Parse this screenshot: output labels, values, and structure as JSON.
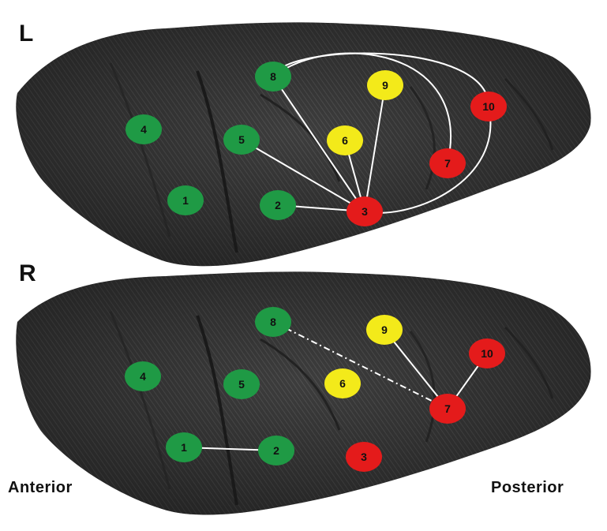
{
  "panels": [
    {
      "id": "L",
      "label": "L",
      "nodes": [
        {
          "id": "1",
          "color": "green"
        },
        {
          "id": "2",
          "color": "green"
        },
        {
          "id": "3",
          "color": "red"
        },
        {
          "id": "4",
          "color": "green"
        },
        {
          "id": "5",
          "color": "green"
        },
        {
          "id": "6",
          "color": "yellow"
        },
        {
          "id": "7",
          "color": "red"
        },
        {
          "id": "8",
          "color": "green"
        },
        {
          "id": "9",
          "color": "yellow"
        },
        {
          "id": "10",
          "color": "red"
        }
      ],
      "edges": [
        {
          "from": "3",
          "to": "8",
          "style": "solid"
        },
        {
          "from": "3",
          "to": "5",
          "style": "solid"
        },
        {
          "from": "3",
          "to": "6",
          "style": "solid"
        },
        {
          "from": "3",
          "to": "9",
          "style": "solid"
        },
        {
          "from": "3",
          "to": "2",
          "style": "solid"
        },
        {
          "from": "8",
          "to": "7",
          "style": "solid",
          "curved": true
        },
        {
          "from": "8",
          "to": "10",
          "style": "solid",
          "curved": true
        },
        {
          "from": "3",
          "to": "10",
          "style": "solid",
          "curved": true
        }
      ]
    },
    {
      "id": "R",
      "label": "R",
      "nodes": [
        {
          "id": "1",
          "color": "green"
        },
        {
          "id": "2",
          "color": "green"
        },
        {
          "id": "3",
          "color": "red"
        },
        {
          "id": "4",
          "color": "green"
        },
        {
          "id": "5",
          "color": "green"
        },
        {
          "id": "6",
          "color": "yellow"
        },
        {
          "id": "7",
          "color": "red"
        },
        {
          "id": "8",
          "color": "green"
        },
        {
          "id": "9",
          "color": "yellow"
        },
        {
          "id": "10",
          "color": "red"
        }
      ],
      "edges": [
        {
          "from": "1",
          "to": "2",
          "style": "solid"
        },
        {
          "from": "9",
          "to": "7",
          "style": "solid"
        },
        {
          "from": "10",
          "to": "7",
          "style": "solid"
        },
        {
          "from": "8",
          "to": "7",
          "style": "dashdot"
        }
      ]
    }
  ],
  "orientation": {
    "left": "Anterior",
    "right": "Posterior"
  },
  "colors": {
    "green": "#1f9a45",
    "yellow": "#f3ea1a",
    "red": "#e41b1b",
    "edge": "#ffffff",
    "tissue": "#3a3a3a"
  }
}
